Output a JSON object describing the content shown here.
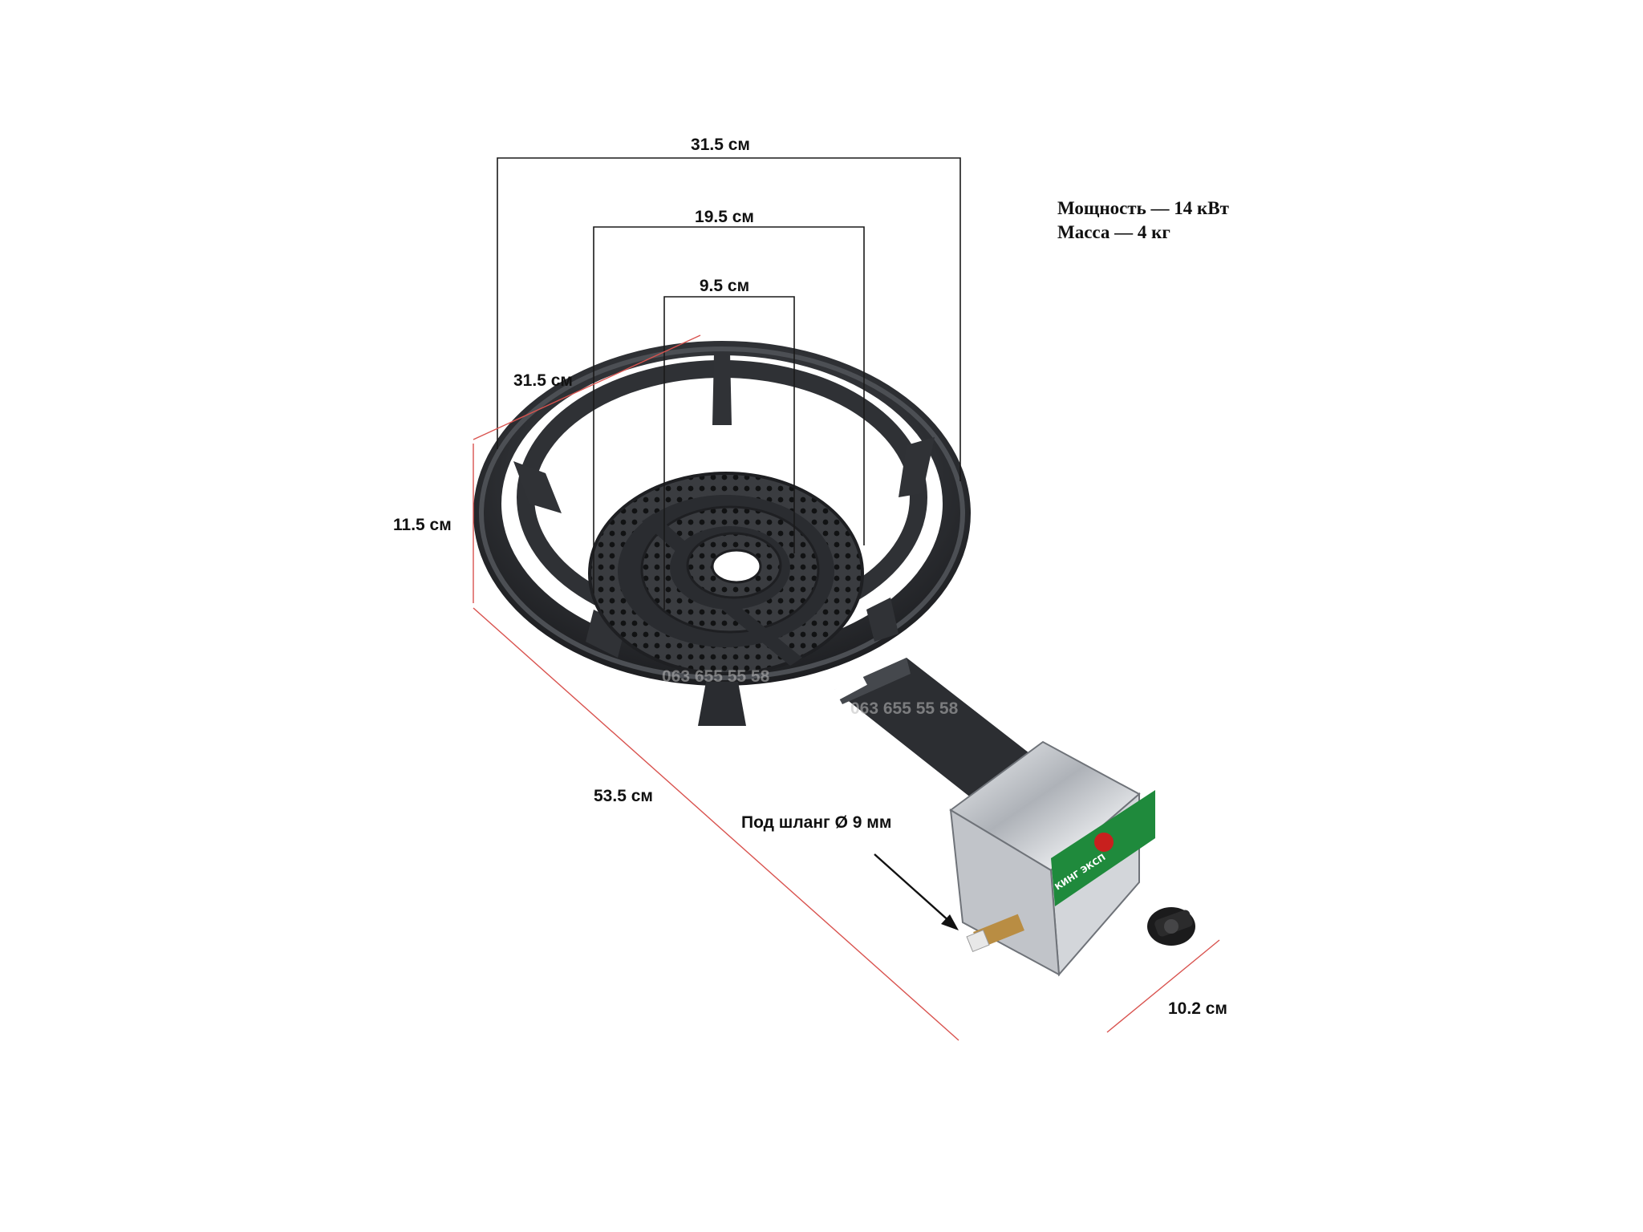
{
  "specs": {
    "power": "Мощность — 14 кВт",
    "mass": "Масса — 4 кг"
  },
  "dimensions": {
    "outer_width": "31.5 см",
    "middle_ring": "19.5 см",
    "inner_ring": "9.5 см",
    "depth": "31.5 см",
    "height": "11.5 см",
    "length": "53.5 см",
    "valve_width": "10.2 см"
  },
  "hose_note": "Под шланг Ø 9 мм",
  "watermark": "063 655 55 58",
  "brand_label": "КИНГ ЭКСП",
  "colors": {
    "cast_iron": "#2b2d30",
    "chrome": "#c9ccd0",
    "label_green": "#1f8a3c",
    "label_red": "#c8201e",
    "dimension_red": "#d9534f"
  }
}
